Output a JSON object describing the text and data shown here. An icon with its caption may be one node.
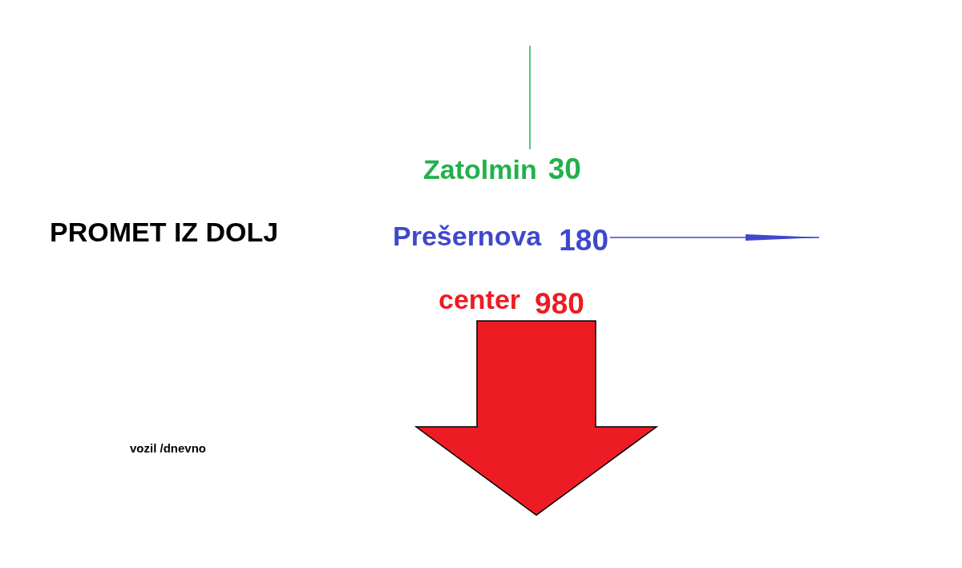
{
  "diagram": {
    "title": "PROMET IZ DOLJ",
    "nodes": [
      {
        "text": [
          "Zatolmin",
          "30"
        ]
      },
      {
        "text": [
          "Prešernova",
          "180"
        ]
      },
      {
        "text": [
          "center",
          "980"
        ]
      }
    ],
    "edges": [
      {
        "from": null,
        "to": 0,
        "arrow": "none",
        "color": "#22b14c"
      },
      {
        "from": 1,
        "to": null,
        "arrow": "to",
        "color": "#3f48cc"
      },
      {
        "from": 2,
        "to": null,
        "arrow": "to",
        "style": "thick",
        "color": "#ed1c24"
      }
    ],
    "labels": [
      "vozil /dnevno"
    ]
  }
}
